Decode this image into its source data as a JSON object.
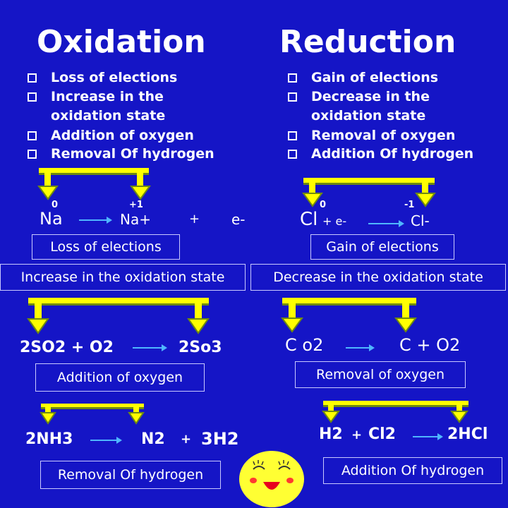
{
  "colors": {
    "background": "#1515c6",
    "arrow_yellow": "#ffff00",
    "arrow_green": "#6f8a10",
    "reaction_arrow": "#4fb6ff",
    "emoji": "#ffff33"
  },
  "oxidation": {
    "title": "Oxidation",
    "points": [
      "Loss  of elections",
      "Increase in the",
      "oxidation state",
      "Addition  of oxygen",
      "Removal Of hydrogen"
    ]
  },
  "reduction": {
    "title": "Reduction",
    "points": [
      "Gain of elections",
      "Decrease in the",
      "oxidation state",
      "Removal  of oxygen",
      "Addition Of hydrogen"
    ]
  },
  "examples": {
    "na": {
      "reactant": "Na",
      "ox0": "0",
      "product": "Na+",
      "ox1": "+1",
      "plus": "+",
      "electron": "e-",
      "label": "Loss  of elections"
    },
    "cl": {
      "reactant": "Cl",
      "ox0": "0",
      "mid": "+ e-",
      "product": "Cl-",
      "ox1": "-1",
      "label": "Gain of elections"
    },
    "increase_label": "Increase in the oxidation state",
    "decrease_label": "Decrease in the oxidation state",
    "so2": {
      "reactant": "2SO2  + O2",
      "product": "2So3",
      "label": "Addition  of oxygen"
    },
    "co2": {
      "reactant": "C o2",
      "product": "C  + O2",
      "label": "Removal  of oxygen"
    },
    "nh3": {
      "reactant": "2NH3",
      "product": "N2",
      "plus": "+",
      "extra": "3H2",
      "label": "Removal Of hydrogen"
    },
    "hcl": {
      "reactant": "H2",
      "plus": "+",
      "second": "Cl2",
      "product": "2HCl",
      "label": "Addition Of hydrogen"
    }
  },
  "decoration": {
    "emoji_icon": "smiley-face-icon"
  }
}
